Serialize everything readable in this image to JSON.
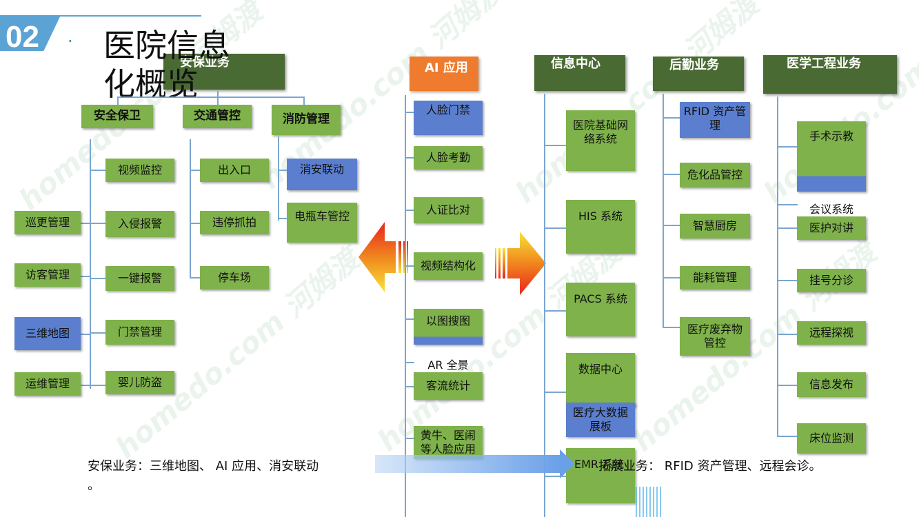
{
  "header": {
    "number": "02",
    "dot": "·",
    "title": "医院信息化概览"
  },
  "watermark": "homedo.com 河姆渡",
  "security": {
    "header": "安保业务",
    "categories": [
      "安全保卫",
      "交通管控",
      "消防管理"
    ],
    "left_items": [
      "巡更管理",
      "访客管理",
      "三维地图",
      "运维管理"
    ],
    "guard_items": [
      "视频监控",
      "入侵报警",
      "一键报警",
      "门禁管理",
      "婴儿防盗"
    ],
    "traffic_items": [
      "出入口",
      "违停抓拍",
      "停车场"
    ],
    "fire_items": [
      "消安联动",
      "电瓶车管控"
    ]
  },
  "ai": {
    "header": "AI 应用",
    "items": [
      "人脸门禁",
      "人脸考勤",
      "人证比对",
      "视频结构化",
      "以图搜图",
      "AR 全景",
      "客流统计",
      "黄牛、医闹等人脸应用"
    ]
  },
  "info_center": {
    "header": "信息中心",
    "items": [
      "医院基础网络系统",
      "HIS 系统",
      "PACS 系统",
      "数据中心",
      "医疗大数据展板",
      "EMR 系统"
    ]
  },
  "logistics": {
    "header": "后勤业务",
    "items": [
      "RFID 资产管理",
      "危化品管控",
      "智慧厨房",
      "能耗管理",
      "医疗废弃物管控"
    ]
  },
  "med_eng": {
    "header": "医学工程业务",
    "items": [
      "手术示教",
      "会议系统",
      "医护对讲",
      "挂号分诊",
      "远程探视",
      "信息发布",
      "床位监测"
    ]
  },
  "bottom": {
    "left_text": "安保业务：三维地图、 AI 应用、消安联动",
    "left_text_tail": "。",
    "right_text": "拓展业务： RFID 资产管理、远程会诊。"
  },
  "colors": {
    "green": "#7fb24b",
    "blue": "#5b7fce",
    "dark_green": "#4a6a33",
    "orange": "#ee7b2e",
    "line": "#7aa6cf"
  }
}
